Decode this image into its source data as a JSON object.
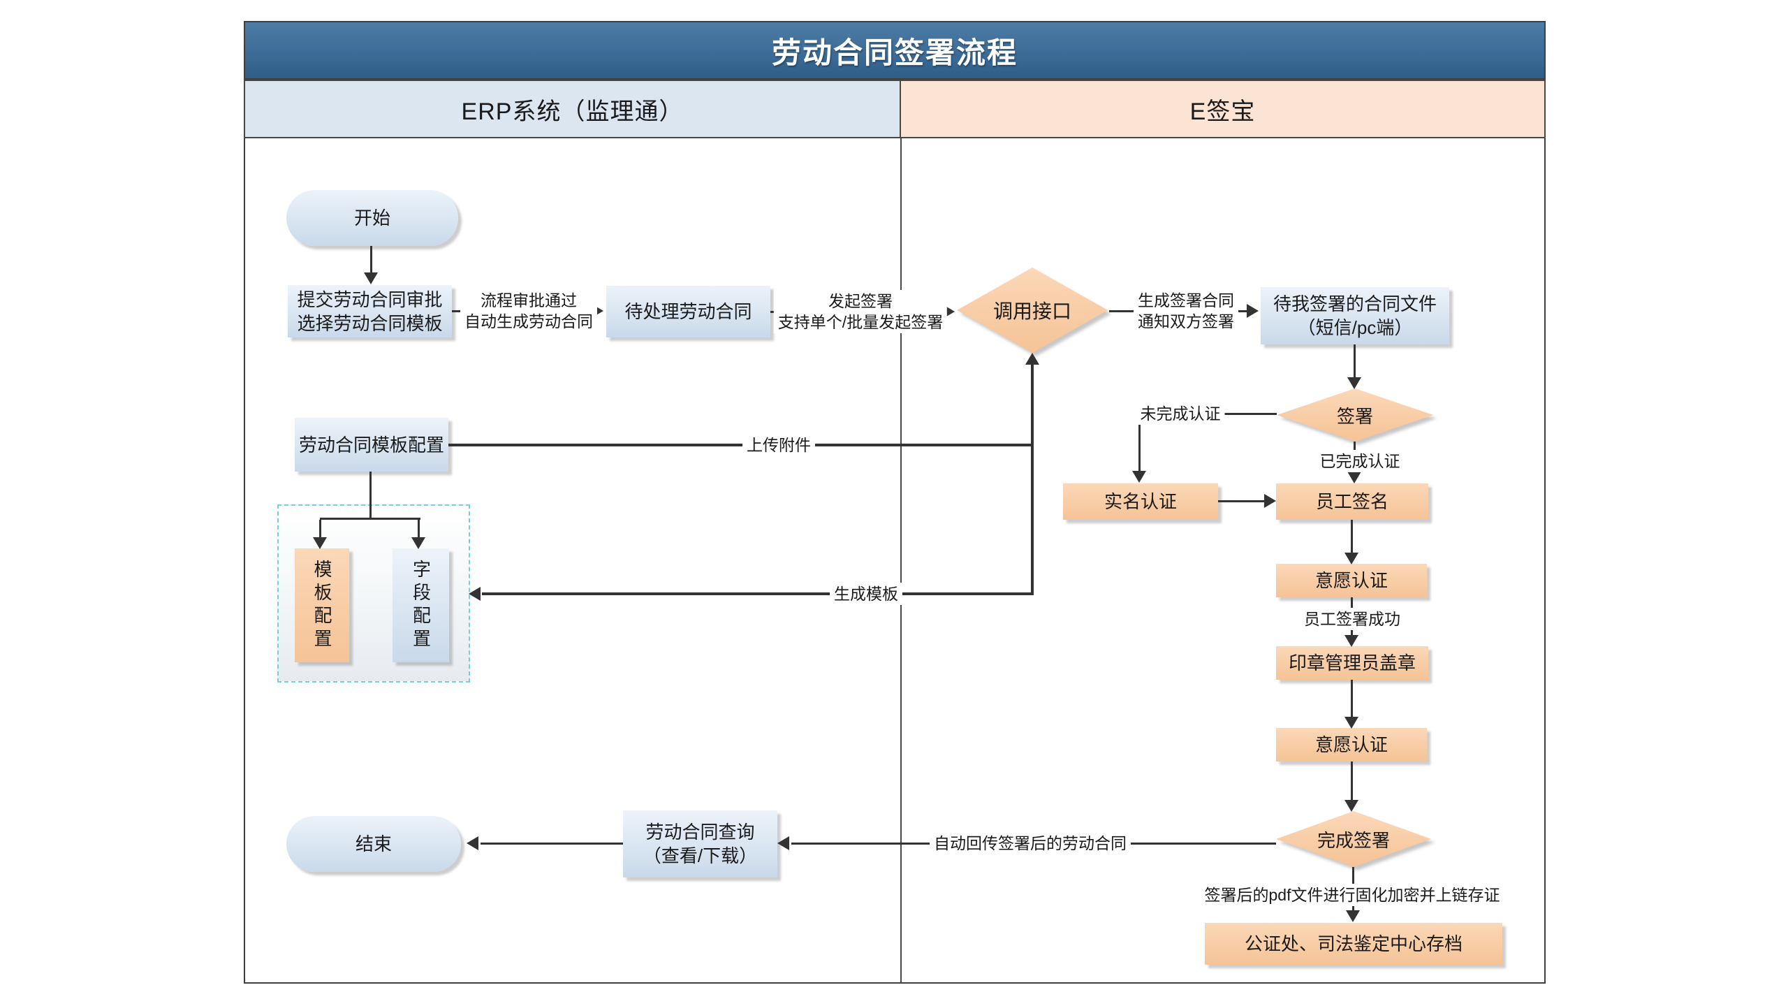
{
  "title": "劳动合同签署流程",
  "lanes": [
    {
      "label": "ERP系统（监理通）"
    },
    {
      "label": "E签宝"
    }
  ],
  "nodes": {
    "start": "开始",
    "submit": "提交劳动合同审批\n选择劳动合同模板",
    "pending": "待处理劳动合同",
    "call_api": "调用接口",
    "contract_file": "待我签署的合同文件\n（短信/pc端）",
    "sign": "签署",
    "real_name": "实名认证",
    "employee_sign": "员工签名",
    "will_auth_1": "意愿认证",
    "seal_admin": "印章管理员盖章",
    "will_auth_2": "意愿认证",
    "complete_sign": "完成签署",
    "notary": "公证处、司法鉴定中心存档",
    "template_parent": "劳动合同模板配置",
    "template_config": "模板配置",
    "field_config": "字段配置",
    "contract_query": "劳动合同查询\n（查看/下载）",
    "end": "结束"
  },
  "edges": {
    "approve": "流程审批通过\n自动生成劳动合同",
    "initiate": "发起签署\n支持单个/批量发起签署",
    "generate_notify": "生成签署合同\n通知双方签署",
    "not_authed": "未完成认证",
    "authed": "已完成认证",
    "employee_signed": "员工签署成功",
    "pdf_chain": "签署后的pdf文件进行固化加密并上链存证",
    "auto_return": "自动回传签署后的劳动合同",
    "upload": "上传附件",
    "generate_template": "生成模板"
  },
  "colors": {
    "title_bar_top": "#4d7ca6",
    "title_bar_bottom": "#2f5e88",
    "lane_left_bg": "#dce6f1",
    "lane_right_bg": "#fbe4d3",
    "node_blue_top": "#ecf3fa",
    "node_blue_bottom": "#c9d9ea",
    "node_orange_top": "#fbd8b8",
    "node_orange_bottom": "#f5c396",
    "dashed_border": "#76cfe3",
    "line": "#333333",
    "border": "#3f3f3f"
  }
}
